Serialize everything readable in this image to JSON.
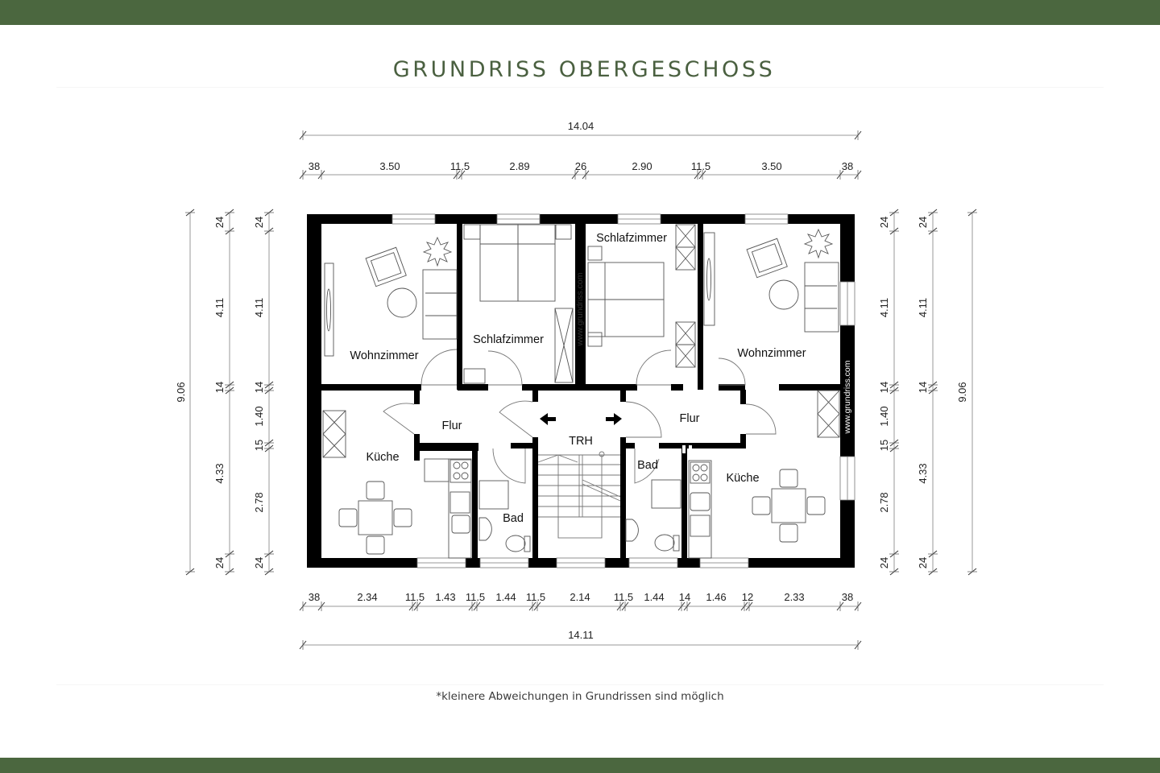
{
  "header": {
    "title": "GRUNDRISS OBERGESCHOSS",
    "band_color": "#4b673f",
    "title_color": "#4a6040"
  },
  "footer": {
    "note": "*kleinere Abweichungen in Grundrissen sind möglich"
  },
  "plan": {
    "watermark": "www.grundriss.com",
    "rooms": {
      "wohnzimmer_left": "Wohnzimmer",
      "schlafzimmer_left": "Schlafzimmer",
      "schlafzimmer_right": "Schlafzimmer",
      "wohnzimmer_right": "Wohnzimmer",
      "flur_left": "Flur",
      "flur_right": "Flur",
      "trh": "TRH",
      "kueche_left": "Küche",
      "kueche_right": "Küche",
      "bad_left": "Bad",
      "bad_right": "Bad"
    }
  },
  "dimensions": {
    "top_total": "14.04",
    "top_segments": [
      "38",
      "3.50",
      "11.5",
      "2.89",
      "26",
      "2.90",
      "11.5",
      "3.50",
      "38"
    ],
    "bottom_segments": [
      "38",
      "2.34",
      "11.5",
      "1.43",
      "11.5",
      "1.44",
      "11.5",
      "2.14",
      "11.5",
      "1.44",
      "14",
      "1.46",
      "12",
      "2.33",
      "38"
    ],
    "bottom_total": "14.11",
    "left_total": "9.06",
    "left_inner_1": [
      "24",
      "4.11",
      "14",
      "4.33",
      "24"
    ],
    "left_inner_2": [
      "24",
      "4.11",
      "14",
      "1.40",
      "15",
      "2.78",
      "24"
    ],
    "right_inner_1": [
      "24",
      "4.11",
      "14",
      "1.40",
      "15",
      "2.78",
      "24"
    ],
    "right_inner_2": [
      "24",
      "4.11",
      "14",
      "4.33",
      "24"
    ],
    "right_total": "9.06"
  }
}
